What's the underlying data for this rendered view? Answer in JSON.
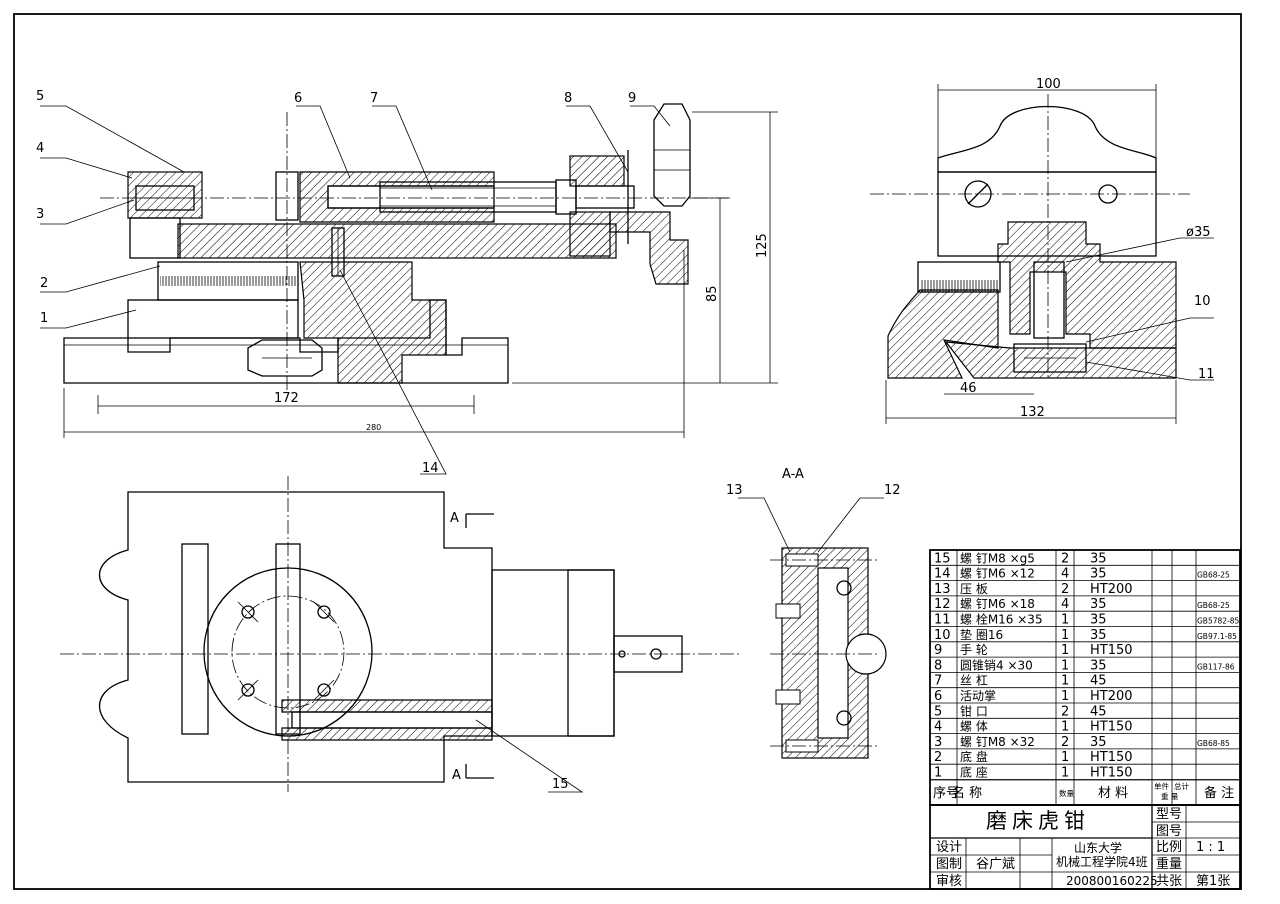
{
  "views": {
    "section_label": "A-A",
    "section_mark": "A"
  },
  "balloons": [
    "1",
    "2",
    "3",
    "4",
    "5",
    "6",
    "7",
    "8",
    "9",
    "10",
    "11",
    "12",
    "13",
    "14",
    "15"
  ],
  "dimensions": {
    "d172": "172",
    "d280": "280",
    "d85": "85",
    "d125": "125",
    "d100": "100",
    "d35": "ø35",
    "d46": "46",
    "d132": "132"
  },
  "bom": {
    "rows": [
      {
        "no": "15",
        "name": "螺 钉M8 ×g5",
        "qty": "2",
        "mat": "35",
        "note": ""
      },
      {
        "no": "14",
        "name": "螺 钉M6 ×12",
        "qty": "4",
        "mat": "35",
        "note": "GB68-25"
      },
      {
        "no": "13",
        "name": "压  板",
        "qty": "2",
        "mat": "HT200",
        "note": ""
      },
      {
        "no": "12",
        "name": "螺 钉M6 ×18",
        "qty": "4",
        "mat": "35",
        "note": "GB68-25"
      },
      {
        "no": "11",
        "name": "螺 栓M16 ×35",
        "qty": "1",
        "mat": "35",
        "note": "GB5782-85"
      },
      {
        "no": "10",
        "name": "垫 圈16",
        "qty": "1",
        "mat": "35",
        "note": "GB97.1-85"
      },
      {
        "no": "9",
        "name": "手  轮",
        "qty": "1",
        "mat": "HT150",
        "note": ""
      },
      {
        "no": "8",
        "name": "圆锥销4 ×30",
        "qty": "1",
        "mat": "35",
        "note": "GB117-86"
      },
      {
        "no": "7",
        "name": "丝  杠",
        "qty": "1",
        "mat": "45",
        "note": ""
      },
      {
        "no": "6",
        "name": "活动掌",
        "qty": "1",
        "mat": "HT200",
        "note": ""
      },
      {
        "no": "5",
        "name": "钳  口",
        "qty": "2",
        "mat": "45",
        "note": ""
      },
      {
        "no": "4",
        "name": "螺  体",
        "qty": "1",
        "mat": "HT150",
        "note": ""
      },
      {
        "no": "3",
        "name": "螺 钉M8 ×32",
        "qty": "2",
        "mat": "35",
        "note": "GB68-85"
      },
      {
        "no": "2",
        "name": "底  盘",
        "qty": "1",
        "mat": "HT150",
        "note": ""
      },
      {
        "no": "1",
        "name": "底  座",
        "qty": "1",
        "mat": "HT150",
        "note": ""
      }
    ],
    "header": {
      "no": "序号",
      "name": "名    称",
      "qty": "数量",
      "mat": "材  料",
      "unit_weight": "单件",
      "total_weight": "总计",
      "weight": "重 量",
      "note": "备 注"
    }
  },
  "title_block": {
    "title": "磨床虎钳",
    "model_label": "型号",
    "drawing_no_label": "图号",
    "scale_label": "比例",
    "scale_value": "1 : 1",
    "weight_label": "重量",
    "sheets_label": "共张",
    "sheet_value": "第1张",
    "design_label": "设计",
    "drawn_label": "图制",
    "drawn_name": "谷广斌",
    "check_label": "审核",
    "school_line1": "山东大学",
    "school_line2": "机械工程学院4班",
    "student_id": "200800160225"
  }
}
